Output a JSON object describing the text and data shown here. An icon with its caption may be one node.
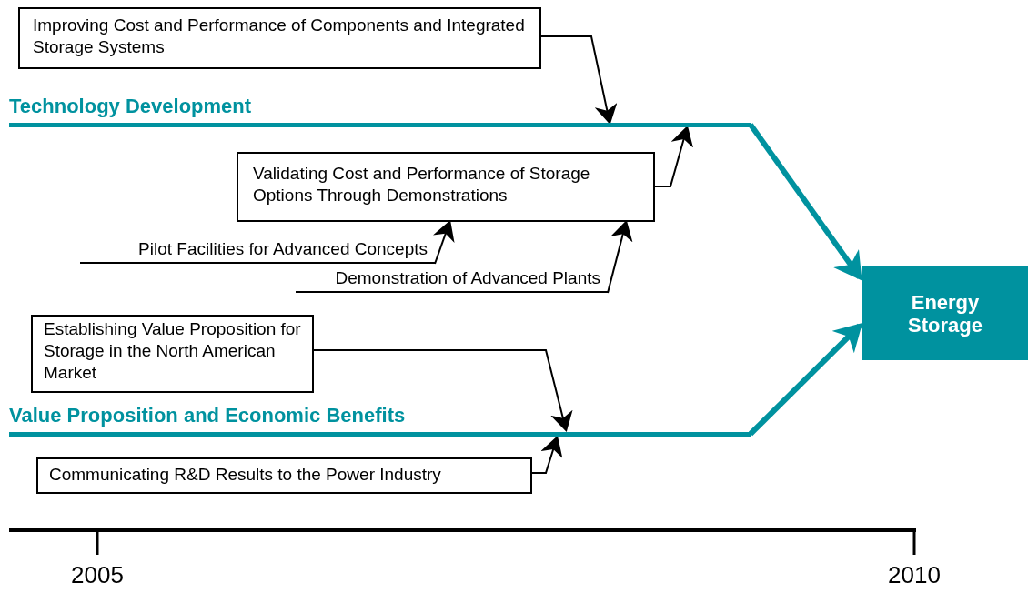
{
  "diagram": {
    "nodes": [
      {
        "text": [
          "Improving Cost and Performance of Components and Integrated Storage Systems"
        ]
      },
      {
        "text": [
          "Technology Development"
        ]
      },
      {
        "text": [
          "Validating Cost and Performance of Storage Options Through Demonstrations"
        ]
      },
      {
        "text": [
          "Pilot Facilities for Advanced Concepts"
        ]
      },
      {
        "text": [
          "Demonstration of Advanced Plants"
        ]
      },
      {
        "text": [
          "Energy Storage"
        ]
      },
      {
        "text": [
          "Establishing Value Proposition for Storage in the North American Market"
        ]
      },
      {
        "text": [
          "Value Proposition and Economic Benefits"
        ]
      },
      {
        "text": [
          "Communicating R&D Results to the Power Industry"
        ]
      }
    ],
    "edges": [
      {
        "from": 0,
        "to": 1,
        "arrow": "to"
      },
      {
        "from": 2,
        "to": 1,
        "arrow": "to"
      },
      {
        "from": 3,
        "to": 2,
        "arrow": "to"
      },
      {
        "from": 4,
        "to": 2,
        "arrow": "to"
      },
      {
        "from": 1,
        "to": 5,
        "arrow": "to",
        "style": "thick",
        "color": "#00929f"
      },
      {
        "from": 7,
        "to": 5,
        "arrow": "to",
        "style": "thick",
        "color": "#00929f"
      },
      {
        "from": 6,
        "to": 7,
        "arrow": "to"
      },
      {
        "from": 8,
        "to": 7,
        "arrow": "to"
      }
    ],
    "labels": [
      "2005",
      "2010"
    ]
  }
}
